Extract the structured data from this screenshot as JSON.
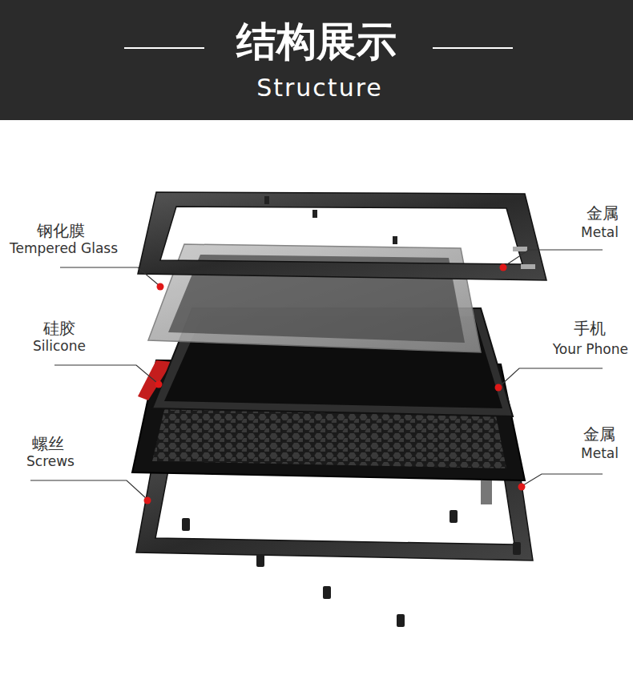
{
  "diagram": {
    "title": "结构展示",
    "labels": [
      "Structure",
      "钢化膜",
      "Tempered Glass",
      "硅胶",
      "Silicone",
      "螺丝",
      "Screws",
      "金属",
      "Metal",
      "手机",
      "Your Phone",
      "金属",
      "Metal"
    ]
  }
}
